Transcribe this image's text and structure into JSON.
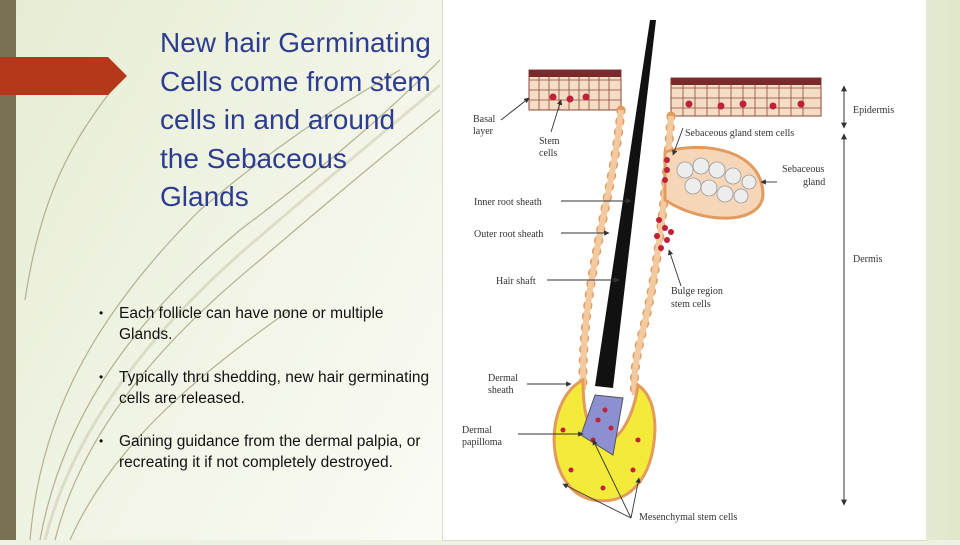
{
  "slide": {
    "title": "New hair Germinating Cells come from stem cells in and around the Sebaceous Glands",
    "bullets": [
      "Each follicle can have none or multiple Glands.",
      "Typically thru shedding, new hair germinating cells are released.",
      "Gaining guidance from the dermal palpia, or recreating it if not completely destroyed."
    ],
    "bullet_symbol": "•"
  },
  "diagram": {
    "labels": {
      "basal_layer_1": "Basal",
      "basal_layer_2": "layer",
      "stem_cells_1": "Stem",
      "stem_cells_2": "cells",
      "inner_root_sheath": "Inner root sheath",
      "outer_root_sheath": "Outer root sheath",
      "hair_shaft": "Hair shaft",
      "dermal_sheath_1": "Dermal",
      "dermal_sheath_2": "sheath",
      "dermal_papilloma_1": "Dermal",
      "dermal_papilloma_2": "papilloma",
      "sebaceous_gland_stem_cells": "Sebaceous gland stem cells",
      "sebaceous_gland_1": "Sebaceous",
      "sebaceous_gland_2": "gland",
      "bulge_region_1": "Bulge region",
      "bulge_region_2": "stem cells",
      "mesenchymal_stem_cells": "Mesenchymal stem cells",
      "epidermis": "Epidermis",
      "dermis": "Dermis"
    }
  },
  "colors": {
    "title": "#2c3d8f",
    "accent_arrow": "#b5381b",
    "left_bar": "#7a7154",
    "sheath_orange": "#f3c9a0",
    "bulb_yellow": "#f4ea3a",
    "stem_cell_red": "#c0203a",
    "papilla_purple": "#8c8fd0"
  }
}
